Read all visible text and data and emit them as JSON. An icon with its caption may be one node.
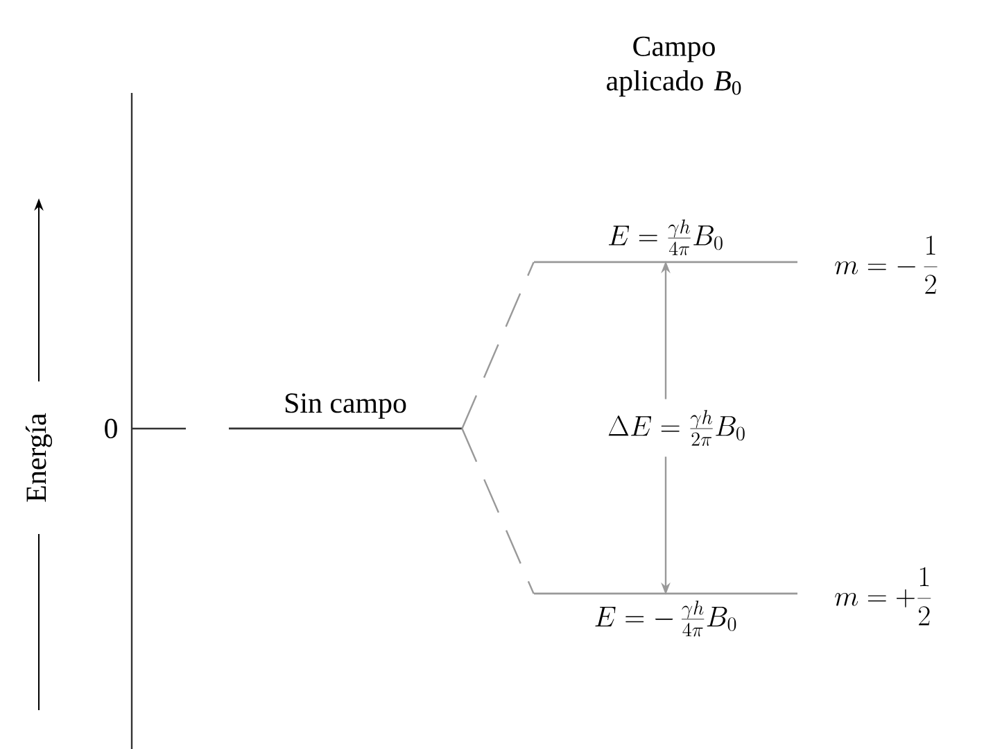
{
  "diagram": {
    "nodes": [
      {
        "text": [
          "Sin campo"
        ]
      },
      {
        "text": [
          "E = \\frac{\\gamma h}{4\\pi} B_0"
        ],
        "beside": [
          "m = -\\,\\frac{1}{2}"
        ]
      },
      {
        "text": [
          "E = -\\,\\frac{\\gamma h}{4\\pi} B_0"
        ],
        "beside": [
          "m = +\\frac{1}{2}"
        ]
      }
    ],
    "edges": [
      {
        "from": 0,
        "to": 1,
        "arrow": "none",
        "style": "dashed"
      },
      {
        "from": 0,
        "to": 2,
        "arrow": "none",
        "style": "dashed"
      },
      {
        "from": 2,
        "to": 1,
        "arrow": "both",
        "label": "\\Delta E = \\frac{\\gamma h}{2\\pi} B_0"
      }
    ],
    "labels": [
      "Campo aplicado *B*$_{0}$",
      "0",
      "Energía"
    ]
  }
}
